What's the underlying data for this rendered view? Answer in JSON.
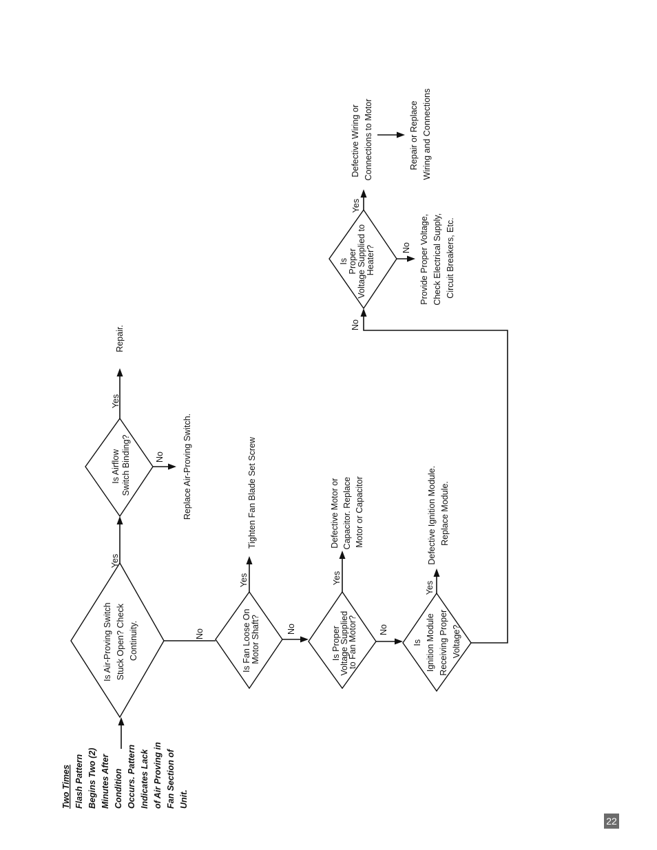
{
  "intro": {
    "lines": [
      "Two Times",
      "Flash Pattern",
      "Begins Two (2)",
      "Minutes After",
      "Condition",
      "Occurs.  Pattern",
      "Indicates Lack",
      "of Air Proving in",
      "Fan Section of",
      "Unit."
    ]
  },
  "decisions": {
    "switch_stuck": [
      "Is Air-Proving Switch",
      "Stuck Open?  Check",
      "Continuity."
    ],
    "switch_binding": [
      "Is Airflow",
      "Switch Binding?"
    ],
    "fan_loose": [
      "Is Fan Loose On",
      "Motor Shaft?"
    ],
    "fan_voltage": [
      "Is Proper",
      "Voltage Supplied",
      "to Fan Motor?"
    ],
    "ignition_voltage": [
      "Is",
      "Ignition Module",
      "Receiving Proper",
      "Voltage?"
    ],
    "heater_voltage": [
      "Is",
      "Proper",
      "Voltage Supplied to",
      "Heater?"
    ]
  },
  "outcomes": {
    "repair": [
      "Repair."
    ],
    "replace_switch": [
      "Replace Air-Proving Switch."
    ],
    "tighten_screw": [
      "Tighten Fan Blade Set Screw"
    ],
    "defective_motor": [
      "Defective Motor or",
      "Capacitor.  Replace",
      "Motor or Capacitor"
    ],
    "defective_ignition": [
      "Defective Ignition Module.",
      "Replace Module."
    ],
    "defective_wiring": [
      "Defective Wiring or",
      "Connections to Motor"
    ],
    "repair_wiring": [
      "Repair or Replace",
      "Wiring and Connections"
    ],
    "provide_voltage": [
      "Provide Proper Voltage,",
      "Check Electrical Supply,",
      "Circuit Breakers, Etc."
    ]
  },
  "edge_labels": {
    "yes": "Yes",
    "no": "No"
  },
  "page_number": "22"
}
